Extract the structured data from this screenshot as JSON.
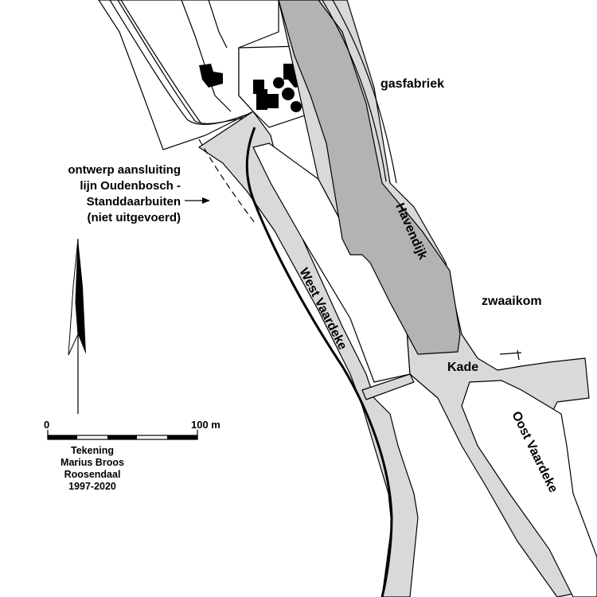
{
  "labels": {
    "gasfabriek": "gasfabriek",
    "havendijk": "Havendijk",
    "zwaaikom": "zwaaikom",
    "kade": "Kade",
    "west_vaardeke": "West Vaardeke",
    "oost_vaardeke": "Oost Vaardeke",
    "design_note": [
      "ontwerp aansluiting",
      "lijn Oudenbosch -",
      "Standdaarbuiten",
      "(niet uitgevoerd)"
    ]
  },
  "scale_bar": {
    "start_label": "0",
    "end_label": "100 m"
  },
  "credit": [
    "Tekening",
    "Marius Broos",
    "Roosendaal",
    "1997-2020"
  ],
  "colors": {
    "road": "#d9d9d9",
    "water": "#b3b3b3",
    "building": "#000000",
    "background": "#ffffff"
  }
}
